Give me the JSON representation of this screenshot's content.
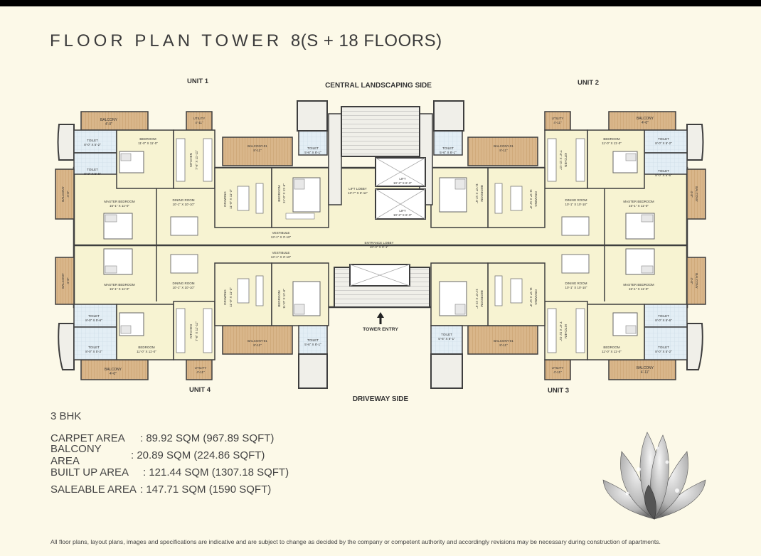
{
  "title": "FLOOR PLAN TOWER",
  "title_number": "8",
  "title_suffix": "(S + 18 FLOORS)",
  "sides": {
    "top": "CENTRAL LANDSCAPING SIDE",
    "bottom": "DRIVEWAY SIDE",
    "entry": "TOWER ENTRY"
  },
  "units": {
    "unit1": "UNIT 1",
    "unit2": "UNIT 2",
    "unit3": "UNIT 3",
    "unit4": "UNIT 4"
  },
  "rooms": {
    "balcony": "BALCONY",
    "balcony_dim": "4'-0\"",
    "balcony_dim2": "4'-11\"",
    "utility": "UTILITY",
    "utility_dim": "4'-11\"",
    "toilet": "TOILET",
    "toilet_dim1": "8'-0\" X 5'-2\"",
    "toilet_dim2": "8'-0\" X 5'-6\"",
    "toilet_dim3": "5'-6\" X 8'-1\"",
    "bedroom": "BEDROOM",
    "bedroom_dim": "11'-0\" X 11'-0\"",
    "bedroom_dim2": "11'-0\" X 11'-6\"",
    "kitchen": "KITCHEN",
    "kitchen_dim": "7'-6\" X 11'-11\"",
    "balcony01": "BALCONY-01",
    "balcony01_dim": "8'-11\"",
    "drawing": "DRAWING",
    "drawing_dim": "11'-0\" X 11'-3\"",
    "master_bedroom": "MASTER BEDROOM",
    "master_bedroom_dim": "15'-1\" X 11'-0\"",
    "dining_room": "DINING ROOM",
    "dining_room_dim": "10'-1\" X 10'-10\"",
    "vestibule": "VESTIBULE",
    "vestibule_dim": "13'-1\" X 3'-10\"",
    "lift": "LIFT",
    "lift_dim": "10'-2\" X 6'-3\"",
    "lift_lobby": "LIFT LOBBY",
    "lift_lobby_dim": "13'-7\" X 6'-11\"",
    "entrance_lobby": "ENTRANCE LOBBY",
    "entrance_lobby_dim": "20'-0\" X 9'-1\"",
    "balcony_side": "BALCONY",
    "balcony_side_dim": "4'-8\""
  },
  "specs": {
    "heading": "3 BHK",
    "rows": [
      {
        "label": "CARPET AREA",
        "value": ": 89.92 SQM (967.89 SQFT)"
      },
      {
        "label": "BALCONY AREA",
        "value": ": 20.89 SQM (224.86 SQFT)"
      },
      {
        "label": "BUILT UP AREA",
        "value": ": 121.44 SQM (1307.18 SQFT)"
      },
      {
        "label": "SALEABLE AREA",
        "value": ": 147.71 SQM (1590 SQFT)"
      }
    ]
  },
  "disclaimer": "All floor plans, layout plans, images and specifications are indicative and are subject to change as decided by the company or competent authority and accordingly revisions may be necessary during construction of apartments.",
  "colors": {
    "background": "#fcf9e8",
    "room_fill": "#f7f3d2",
    "wood_fill": "#d9b68a",
    "tile_fill": "#e3eef5",
    "wall": "#3e3e3e",
    "core_fill": "#f0efe9"
  }
}
